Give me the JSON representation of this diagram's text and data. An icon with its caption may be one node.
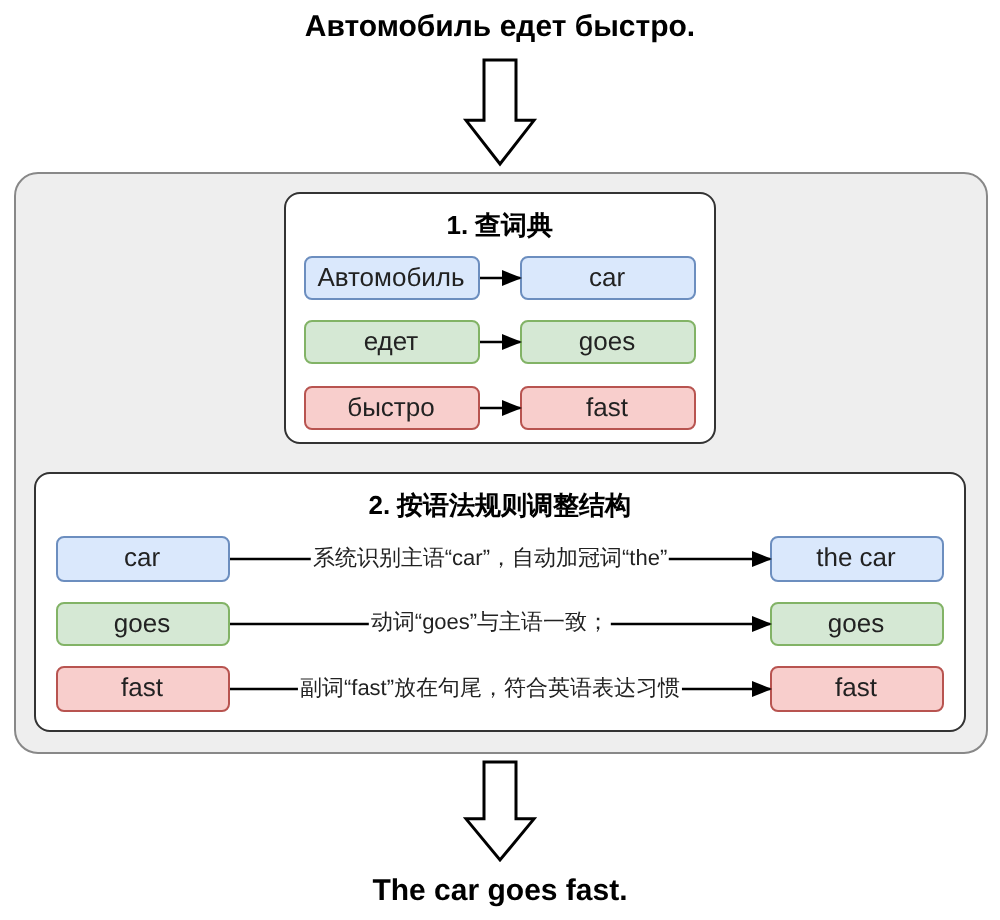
{
  "diagram": {
    "nodes": [
      {
        "text": [
          "Автомобиль едет быстро."
        ]
      },
      {
        "text": [],
        "shape": "box"
      },
      {
        "text": [
          "1. 查词典"
        ],
        "in": 1
      },
      {
        "text": [
          "Автомобиль"
        ],
        "in": 2
      },
      {
        "text": [
          "car"
        ],
        "in": 2
      },
      {
        "text": [
          "едет"
        ],
        "in": 2
      },
      {
        "text": [
          "goes"
        ],
        "in": 2
      },
      {
        "text": [
          "быстро"
        ],
        "in": 2
      },
      {
        "text": [
          "fast"
        ],
        "in": 2
      },
      {
        "text": [
          "2. 按语法规则调整结构"
        ],
        "in": 1
      },
      {
        "text": [
          "car"
        ],
        "in": 9
      },
      {
        "text": [
          "the car"
        ],
        "in": 9
      },
      {
        "text": [
          "goes"
        ],
        "in": 9
      },
      {
        "text": [
          "goes"
        ],
        "in": 9
      },
      {
        "text": [
          "fast"
        ],
        "in": 9
      },
      {
        "text": [
          "fast"
        ],
        "in": 9
      },
      {
        "text": [
          "The car goes fast."
        ]
      }
    ],
    "edges": [
      {
        "from": 0,
        "to": 1,
        "arrow": "to",
        "style": "thick"
      },
      {
        "from": 3,
        "to": 4,
        "arrow": "to"
      },
      {
        "from": 5,
        "to": 6,
        "arrow": "to"
      },
      {
        "from": 7,
        "to": 8,
        "arrow": "to"
      },
      {
        "from": 10,
        "to": 11,
        "arrow": "to",
        "label": "系统识别主语“car”，自动加冠词“the”"
      },
      {
        "from": 12,
        "to": 13,
        "arrow": "to",
        "label": "动词“goes”与主语一致；"
      },
      {
        "from": 14,
        "to": 15,
        "arrow": "to",
        "label": "副词“fast”放在句尾，符合英语表达习惯"
      },
      {
        "from": 1,
        "to": 16,
        "arrow": "to",
        "style": "thick"
      }
    ]
  }
}
